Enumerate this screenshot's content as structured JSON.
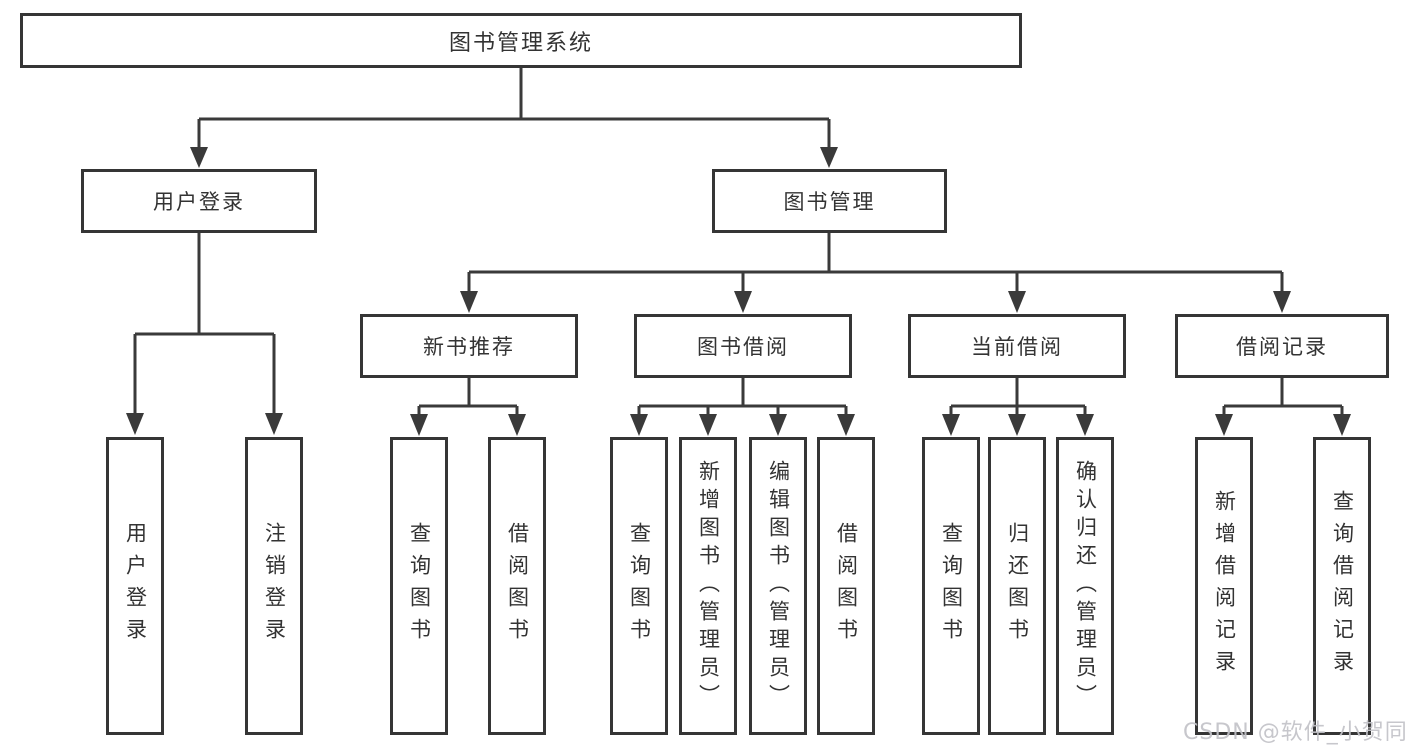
{
  "diagram": {
    "title": "图书管理系统",
    "root": {
      "label": "图书管理系统"
    },
    "branches": [
      {
        "label": "用户登录",
        "leaves": [
          {
            "label": "用户登录"
          },
          {
            "label": "注销登录"
          }
        ]
      },
      {
        "label": "图书管理",
        "sections": [
          {
            "label": "新书推荐",
            "leaves": [
              {
                "label": "查询图书"
              },
              {
                "label": "借阅图书"
              }
            ]
          },
          {
            "label": "图书借阅",
            "leaves": [
              {
                "label": "查询图书"
              },
              {
                "label": "新增图书（管理员）"
              },
              {
                "label": "编辑图书（管理员）"
              },
              {
                "label": "借阅图书"
              }
            ]
          },
          {
            "label": "当前借阅",
            "leaves": [
              {
                "label": "查询图书"
              },
              {
                "label": "归还图书"
              },
              {
                "label": "确认归还（管理员）"
              }
            ]
          },
          {
            "label": "借阅记录",
            "leaves": [
              {
                "label": "新增借阅记录"
              },
              {
                "label": "查询借阅记录"
              }
            ]
          }
        ]
      }
    ]
  },
  "watermark": {
    "text": "CSDN @软件_小贺同学"
  },
  "colors": {
    "line": "#3a3a3a",
    "border": "#353535",
    "text": "#333333",
    "watermark": "#c2c2c8",
    "background": "#ffffff"
  }
}
